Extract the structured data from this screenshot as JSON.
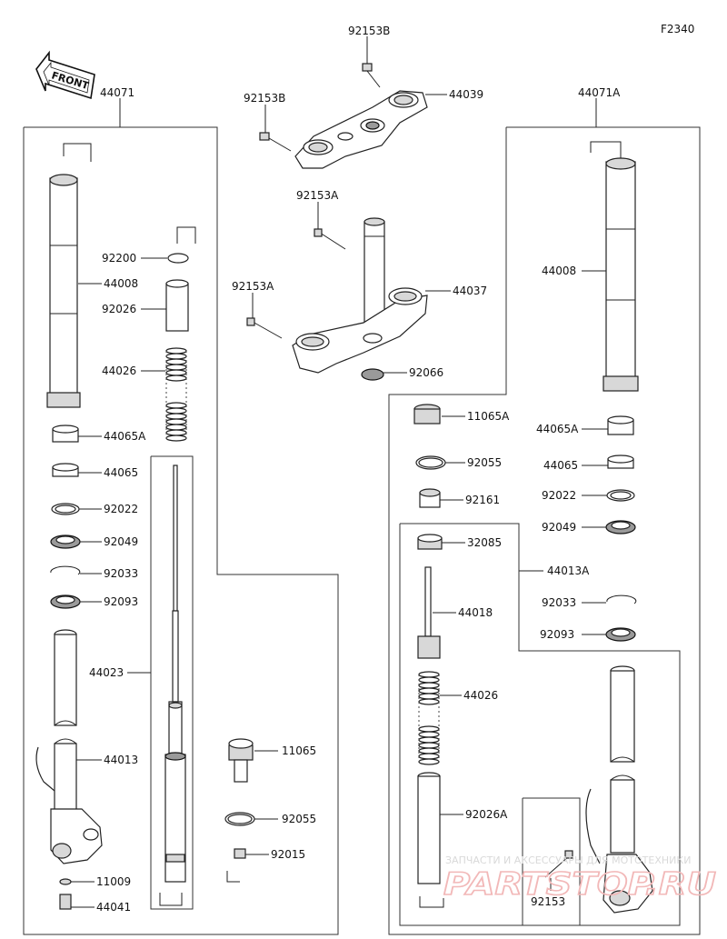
{
  "diagram_code": "F2340",
  "front_arrow_label": "FRONT",
  "labels": {
    "p44071": "44071",
    "p44071A": "44071A",
    "p92153B_top": "92153B",
    "p92153B_left": "92153B",
    "p44039": "44039",
    "p92153A_top": "92153A",
    "p92153A_left": "92153A",
    "p44037": "44037",
    "p92066": "92066",
    "p92200": "92200",
    "p44008_left": "44008",
    "p92026": "92026",
    "p44026_left": "44026",
    "p44065A_left": "44065A",
    "p44065_left": "44065",
    "p92022_left": "92022",
    "p92049_left": "92049",
    "p92033_left": "92033",
    "p92093_left": "92093",
    "p44023": "44023",
    "p44013": "44013",
    "p11009": "11009",
    "p44041": "44041",
    "p11065": "11065",
    "p92055_left": "92055",
    "p92015": "92015",
    "p44008_right": "44008",
    "p11065A": "11065A",
    "p44065A_right": "44065A",
    "p92055_right": "92055",
    "p44065_right": "44065",
    "p92161": "92161",
    "p92022_right": "92022",
    "p92049_right": "92049",
    "p32085": "32085",
    "p44013A": "44013A",
    "p44018": "44018",
    "p92033_right": "92033",
    "p92093_right": "92093",
    "p44026_right": "44026",
    "p92026A": "92026A",
    "p92153": "92153"
  },
  "watermark": {
    "line1": "ЗАПЧАСТИ И АКСЕССУАРЫ ДЛЯ МОТОТЕХНИКИ",
    "line2": "PARTSTOP.RU"
  }
}
